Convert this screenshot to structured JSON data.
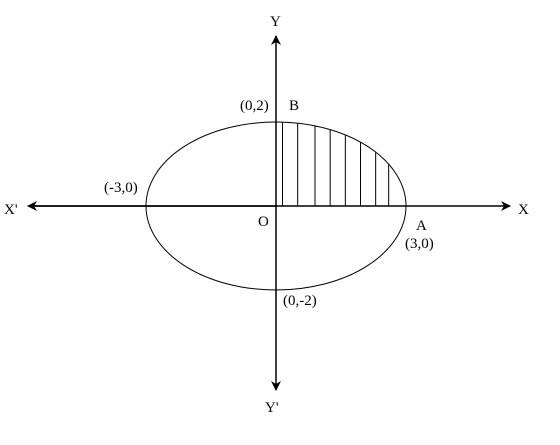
{
  "ellipse": {
    "a": 3,
    "b": 2
  },
  "hatch_x": [
    0.15,
    0.5,
    0.9,
    1.25,
    1.6,
    1.95,
    2.3,
    2.6
  ],
  "labels": {
    "y_axis": "Y",
    "y_prime": "Y'",
    "x_axis": "X",
    "x_prime": "X'",
    "origin": "O",
    "point_b": "B",
    "point_b_coord": "(0,2)",
    "point_a": "A",
    "point_a_coord": "(3,0)",
    "left_vertex_coord": "(-3,0)",
    "bottom_vertex_coord": "(0,-2)"
  },
  "colors": {
    "stroke": "#000000",
    "background": "#ffffff"
  }
}
